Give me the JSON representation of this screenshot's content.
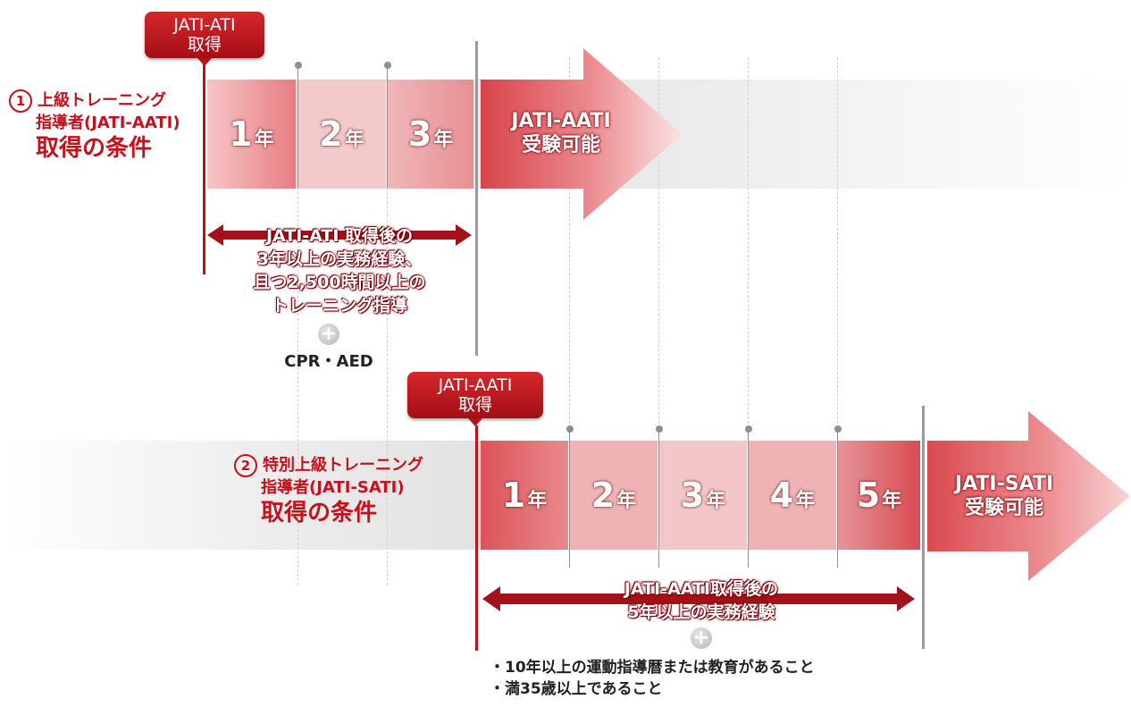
{
  "section1": {
    "badge": {
      "line1": "JATI-ATI",
      "line2": "取得"
    },
    "condition": {
      "number": "1",
      "line1": "上級トレーニング",
      "line2": "指導者(JATI-AATI)",
      "line3": "取得の条件"
    },
    "years": [
      {
        "num": "1",
        "unit": "年"
      },
      {
        "num": "2",
        "unit": "年"
      },
      {
        "num": "3",
        "unit": "年"
      }
    ],
    "arrow": {
      "line1": "JATI-AATI",
      "line2": "受験可能"
    },
    "requirement": [
      "JATI-ATI 取得後の",
      "3年以上の実務経験、",
      "且つ2,500時間以上の",
      "トレーニング指導"
    ],
    "plus_label": "CPR・AED"
  },
  "section2": {
    "badge": {
      "line1": "JATI-AATI",
      "line2": "取得"
    },
    "condition": {
      "number": "2",
      "line1": "特別上級トレーニング",
      "line2": "指導者(JATI-SATI)",
      "line3": "取得の条件"
    },
    "years": [
      {
        "num": "1",
        "unit": "年"
      },
      {
        "num": "2",
        "unit": "年"
      },
      {
        "num": "3",
        "unit": "年"
      },
      {
        "num": "4",
        "unit": "年"
      },
      {
        "num": "5",
        "unit": "年"
      }
    ],
    "arrow": {
      "line1": "JATI-SATI",
      "line2": "受験可能"
    },
    "requirement": [
      "JATI-AATI取得後の",
      "5年以上の実務経験"
    ],
    "notes": [
      "・10年以上の運動指導暦または教育があること",
      "・満35歳以上であること"
    ]
  }
}
